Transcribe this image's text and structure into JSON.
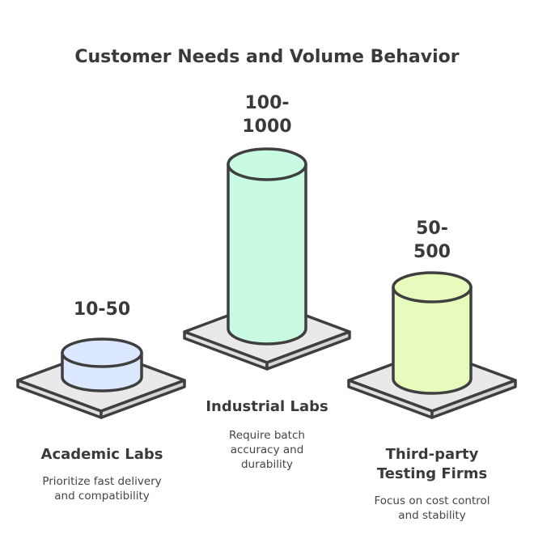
{
  "title": "Customer Needs and Volume Behavior",
  "colors": {
    "academic": "#dbe8ff",
    "industrial": "#c8fbe2",
    "third_party": "#e7fbbc",
    "platform": "#e9e9e9",
    "ink": "#3f3f3f"
  },
  "segments": [
    {
      "range_line1": "10-50",
      "range_line2": "",
      "label_line1": "Academic Labs",
      "label_line2": "",
      "desc_line1": "Prioritize fast delivery",
      "desc_line2": "and compatibility",
      "desc_line3": ""
    },
    {
      "range_line1": "100-",
      "range_line2": "1000",
      "label_line1": "Industrial Labs",
      "label_line2": "",
      "desc_line1": "Require batch",
      "desc_line2": "accuracy and",
      "desc_line3": "durability"
    },
    {
      "range_line1": "50-",
      "range_line2": "500",
      "label_line1": "Third-party",
      "label_line2": "Testing Firms",
      "desc_line1": "Focus on cost control",
      "desc_line2": "and stability",
      "desc_line3": ""
    }
  ]
}
